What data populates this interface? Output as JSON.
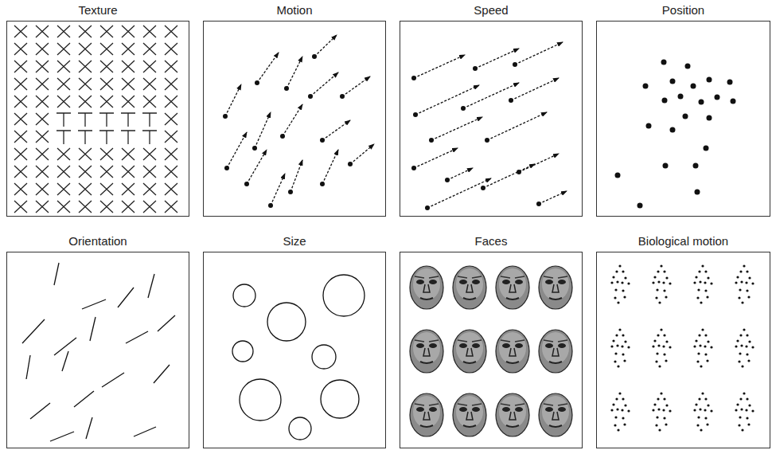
{
  "diagram": {
    "nodes": [
      {
        "text": [
          "Texture"
        ]
      },
      {
        "text": [
          "Motion"
        ]
      },
      {
        "text": [
          "Speed"
        ]
      },
      {
        "text": [
          "Position"
        ]
      },
      {
        "text": [
          "Orientation"
        ]
      },
      {
        "text": [
          "Size"
        ]
      },
      {
        "text": [
          "Faces"
        ]
      },
      {
        "text": [
          "Biological motion"
        ]
      }
    ]
  }
}
